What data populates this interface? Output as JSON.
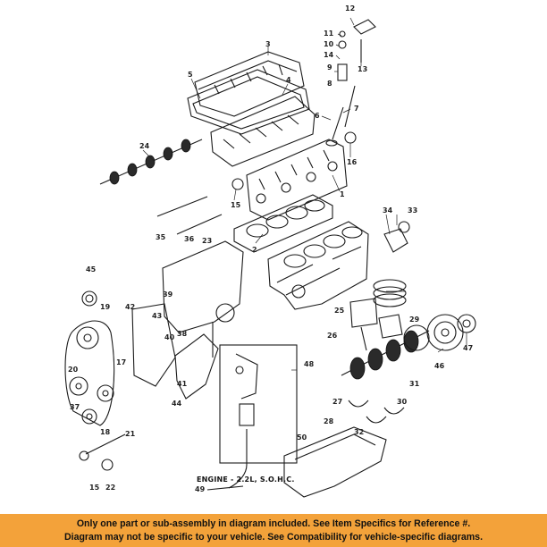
{
  "diagram": {
    "caption": "ENGINE - 2.2L, S.O.H.C.",
    "callouts": [
      "1",
      "2",
      "3",
      "4",
      "5",
      "6",
      "7",
      "8",
      "9",
      "10",
      "11",
      "12",
      "13",
      "14",
      "15",
      "15",
      "16",
      "17",
      "18",
      "19",
      "20",
      "21",
      "22",
      "23",
      "24",
      "25",
      "26",
      "27",
      "28",
      "29",
      "30",
      "31",
      "32",
      "33",
      "34",
      "35",
      "36",
      "37",
      "38",
      "39",
      "40",
      "41",
      "42",
      "43",
      "44",
      "45",
      "46",
      "47",
      "48",
      "49",
      "50"
    ]
  },
  "disclaimer": {
    "line1": "Only one part or sub-assembly in diagram included. See Item Specifics for Reference #.",
    "line2": "Diagram may not be specific to your vehicle. See Compatibility for vehicle-specific diagrams."
  },
  "colors": {
    "banner": "#f3a23a",
    "ink": "#1a1a1a"
  }
}
